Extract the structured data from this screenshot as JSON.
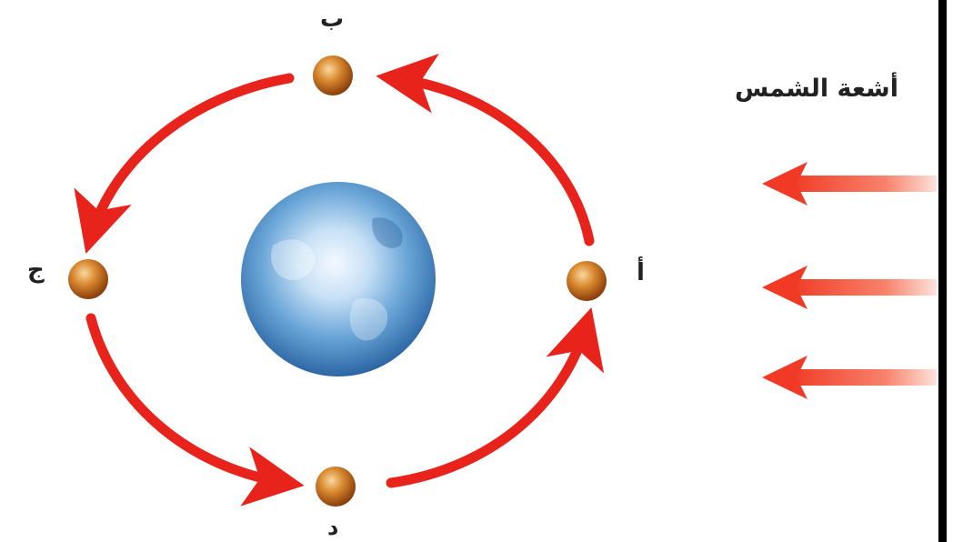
{
  "labels": {
    "moon_top": "ب",
    "moon_left": "ج",
    "moon_right": "أ",
    "moon_bottom": "د",
    "sun_rays": "أشعة الشمس"
  },
  "colors": {
    "orbit_arrow": "#e8231c",
    "ray_arrow": "#f24a2e",
    "earth_blue": "#3f84c8",
    "moon_brown": "#b45a12",
    "border": "#000000"
  },
  "icons": {
    "earth": "earth-icon",
    "moon": "moon-icon"
  }
}
